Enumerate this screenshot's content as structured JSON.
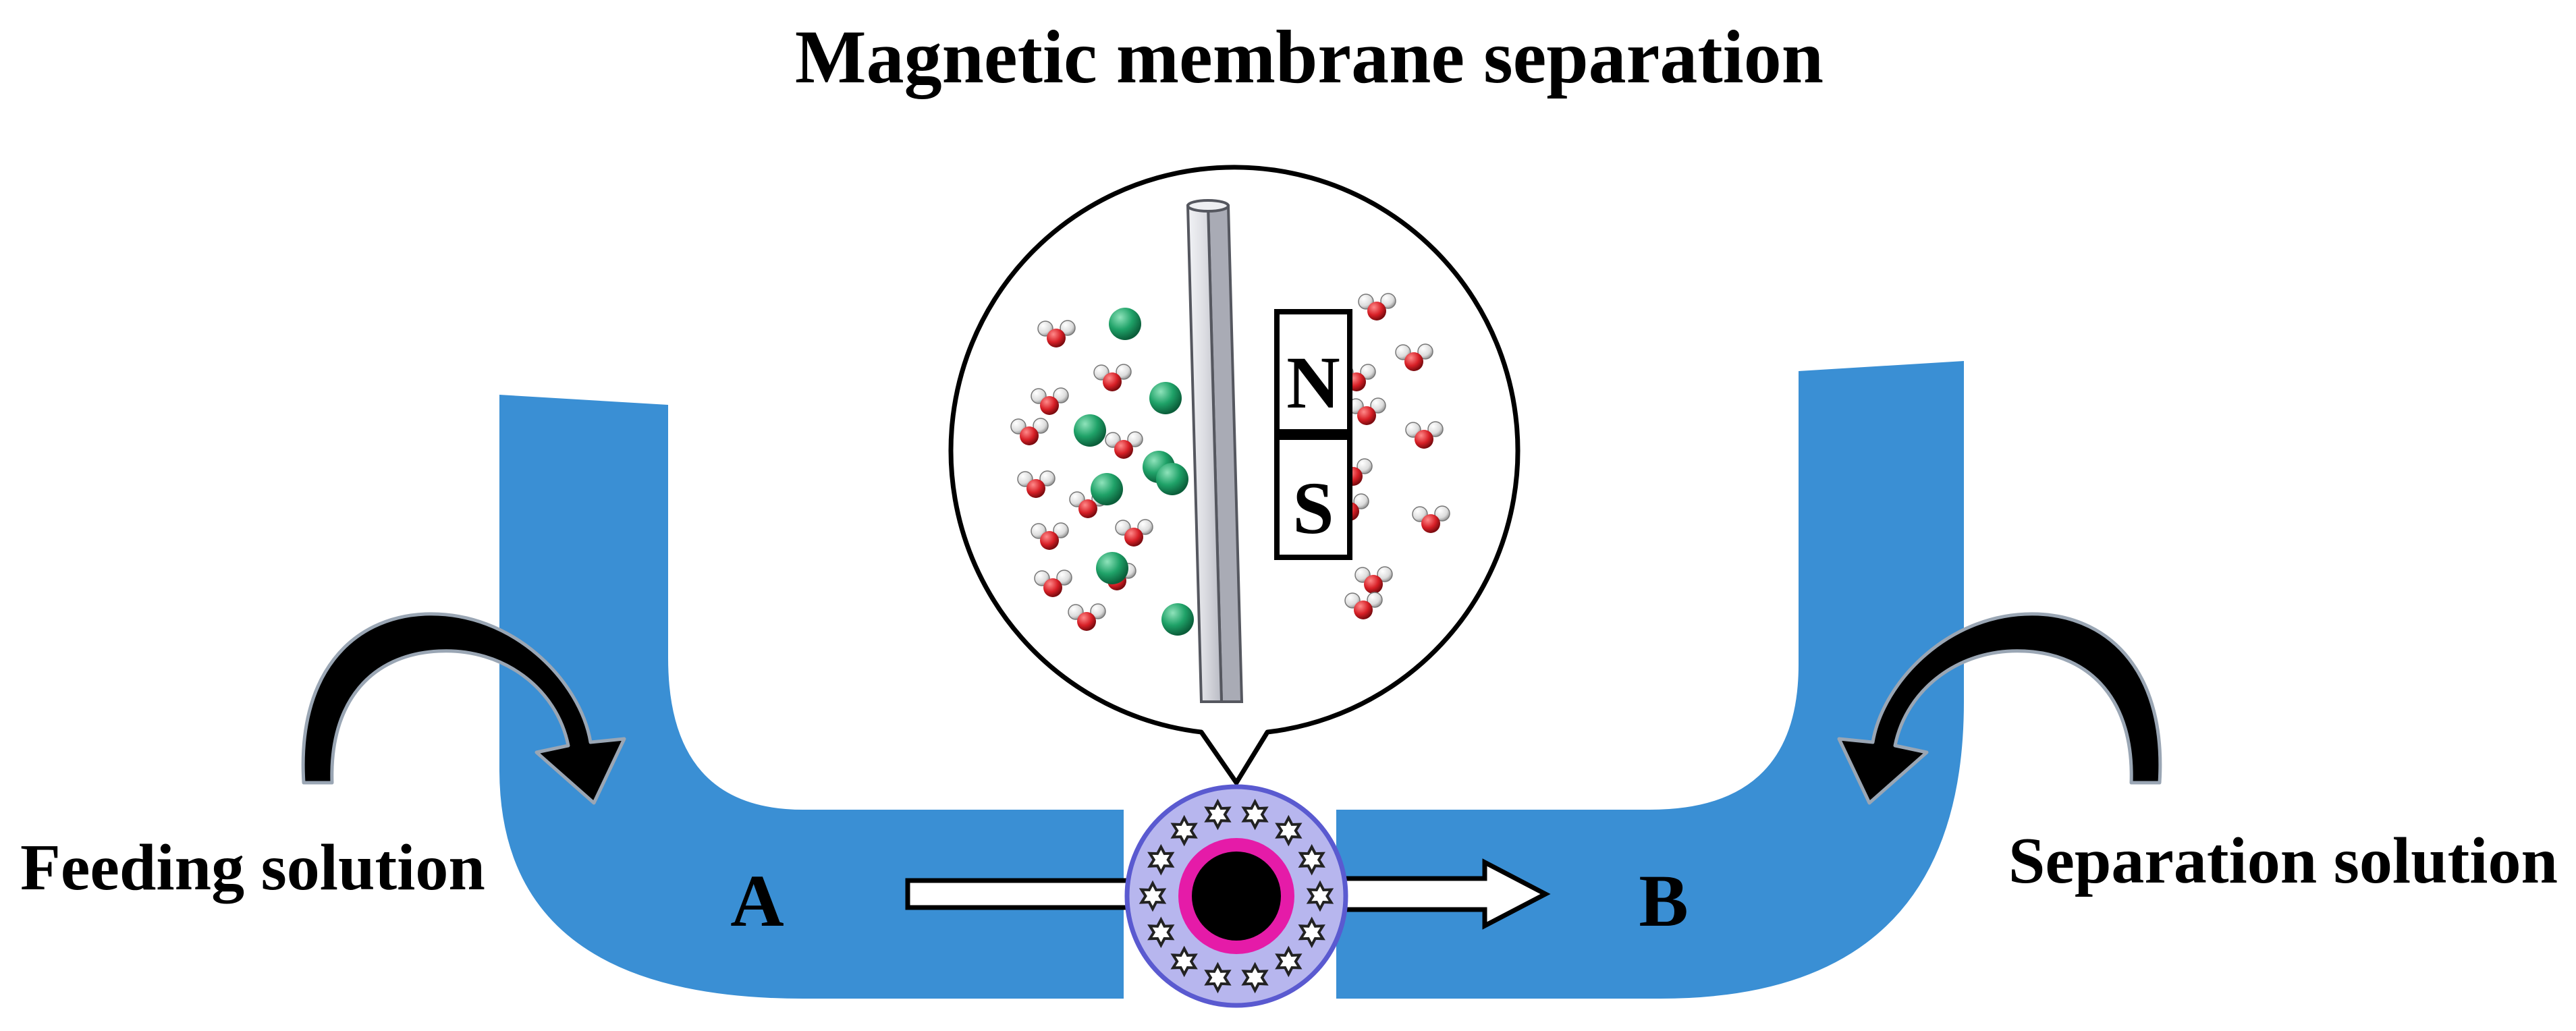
{
  "title": "Magnetic membrane separation",
  "labels": {
    "feeding": "Feeding solution",
    "separation": "Separation solution",
    "chamber_a": "A",
    "chamber_b": "B",
    "magnet_north": "N",
    "magnet_south": "S"
  },
  "colors": {
    "channel_blue": "#3a8fd4",
    "membrane_ring_fill": "#b7b6ee",
    "membrane_ring_stroke": "#5a5ad0",
    "membrane_pink_ring": "#e51ba8",
    "core": "#000000",
    "ion_green": "#1fa268",
    "water_oxygen": "#d71f26",
    "water_hydrogen": "#eeeeee",
    "membrane_disk": "#dcdde2"
  },
  "icons": {
    "feed_arrow": "curved-arrow-down-icon",
    "separation_arrow": "curved-arrow-down-icon",
    "flow_arrows": "arrow-right-icon",
    "ion": "green-ion-sphere",
    "water": "water-molecule-icon",
    "membrane_carrier": "star-icon"
  }
}
